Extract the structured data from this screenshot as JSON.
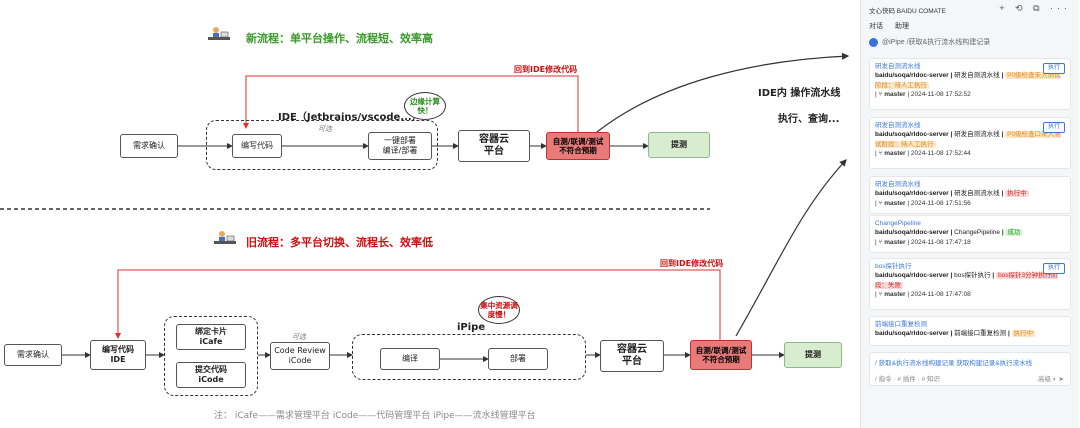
{
  "top": {
    "title": "新流程：单平台操作、流程短、效率高",
    "ide_title": "IDE（Jetbrains/vscode...）",
    "optional": "可选",
    "bubble": "边缘计算快！",
    "back_label": "回到IDE修改代码",
    "nodes": {
      "req": "需求确认",
      "code": "编写代码",
      "deploy": "一键部署\n编译/部署",
      "cloud": "容器云\n平台",
      "test": "自测/联调/测试\n不符合预期",
      "submit": "提测"
    }
  },
  "bottom": {
    "title": "旧流程：多平台切换、流程长、效率低",
    "back_label": "回到IDE修改代码",
    "optional": "可选",
    "ipipe_title": "iPipe",
    "bubble": "集中资源调度慢！",
    "nodes": {
      "req": "需求确认",
      "code": "编写代码\nIDE",
      "card": "绑定卡片\niCafe",
      "commit": "提交代码\niCode",
      "review": "Code Review\niCode",
      "compile": "编译",
      "deploy": "部署",
      "cloud": "容器云\n平台",
      "test": "自测/联调/测试\n不符合预期",
      "submit": "提测"
    },
    "note": "注：  iCafe——需求管理平台      iCode——代码管理平台     iPipe——流水线管理平台"
  },
  "middle": {
    "ide_op": "IDE内 操作流水线",
    "query": "执行、查询..."
  },
  "panel": {
    "app_title": "文心快码 BAIDU COMATE",
    "header_icons": "+ ⟲ ⧉ ···",
    "tabs": [
      "对话",
      "助理"
    ],
    "ipipe_hint": "@iPipe  /获取&执行流水线构建记录",
    "cards": [
      {
        "title": "研发自测流水线",
        "button": "执行",
        "repo": "baidu/soqa/rldoc-server",
        "desc": "研发自测流水线",
        "status": "P0级检查未入测试阶段：待人工执行",
        "status_type": "orange",
        "branch": "master",
        "time": "2024-11-08 17:52:52"
      },
      {
        "title": "研发自测流水线",
        "button": "执行",
        "repo": "baidu/soqa/rldoc-server",
        "desc": "研发自测流水线",
        "status": "P0级检查口未入测试阶段：待人工执行",
        "status_type": "orange",
        "branch": "master",
        "time": "2024-11-08 17:52:44"
      },
      {
        "title": "研发自测流水线",
        "button": "",
        "repo": "baidu/soqa/rldoc-server",
        "desc": "研发自测流水线",
        "status": "执行中",
        "status_type": "red",
        "branch": "master",
        "time": "2024-11-08 17:51:56"
      },
      {
        "title": "ChangePipeline",
        "button": "",
        "repo": "baidu/soqa/rldoc-server",
        "desc": "ChangePipeline",
        "status": "成功",
        "status_type": "green",
        "branch": "master",
        "time": "2024-11-08 17:47:18"
      },
      {
        "title": "bos探针执行",
        "button": "执行",
        "repo": "baidu/soqa/rldoc-server",
        "desc": "bos探针执行",
        "status": "bos探针3分钟执行阶段：失败",
        "status_type": "red",
        "branch": "master",
        "time": "2024-11-08 17:47:08"
      },
      {
        "title": "前端接口重复检测",
        "button": "",
        "repo": "baidu/soqa/rldoc-server",
        "desc": "前端接口重复检测",
        "status": "执行中",
        "status_type": "orange",
        "branch": "",
        "time": ""
      }
    ],
    "input_line1": "/ 获取&执行流水线构建记录 获取构建记录&执行流水线",
    "input_line2": "/ 指令 · # 插件 · # 知识",
    "input_right": "高级 ◐ ➤"
  },
  "colors": {
    "accent_red": "#c81010",
    "accent_green": "#3a9a2a",
    "test_box": "#e87a7a",
    "submit_box": "#d8ecd0"
  }
}
